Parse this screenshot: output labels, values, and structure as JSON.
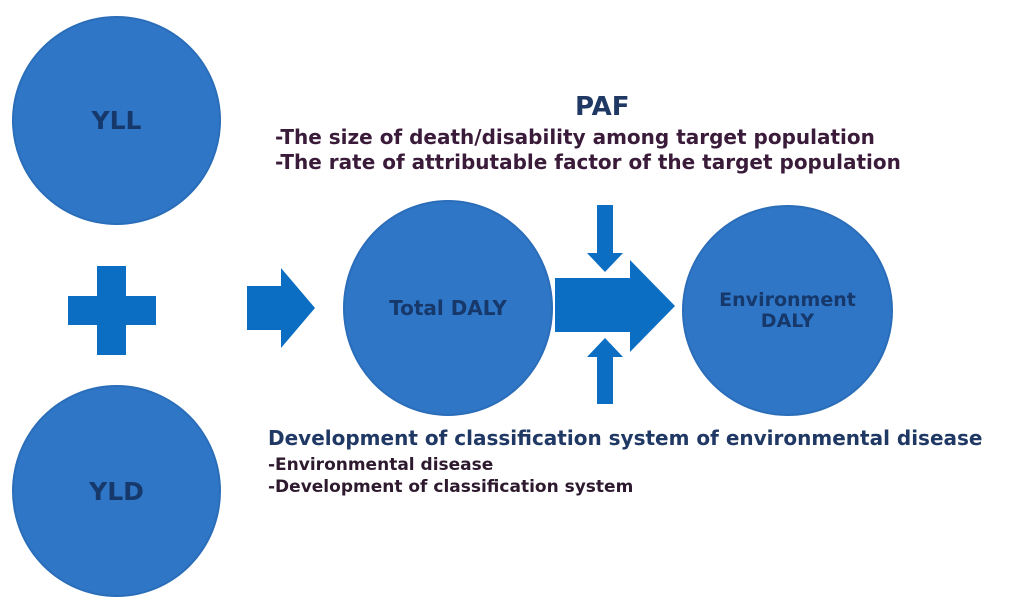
{
  "nodes": {
    "yll": "YLL",
    "yld": "YLD",
    "total": "Total DALY",
    "environment": "Environment DALY"
  },
  "paf": {
    "title": "PAF",
    "lines": [
      "-The size of death/disability among target population",
      "-The rate of attributable factor of the target population"
    ]
  },
  "development": {
    "title": "Development of classification system of environmental disease",
    "lines": [
      "-Environmental disease",
      "-Development of classification system"
    ]
  },
  "colors": {
    "circle_fill": "#2f76c6",
    "shape_fill": "#0b6ec2",
    "title_text": "#1f3864",
    "body_text": "#3a1c3a"
  }
}
